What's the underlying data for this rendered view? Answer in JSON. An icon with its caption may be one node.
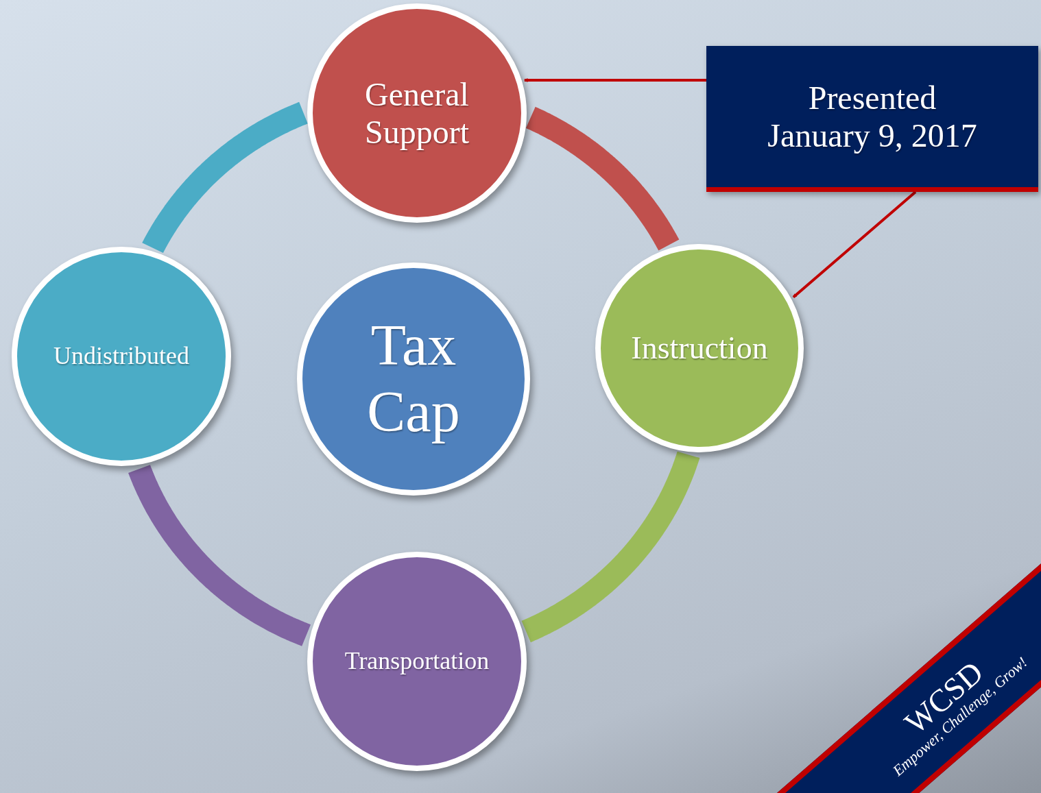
{
  "diagram": {
    "nodes": [
      {
        "text": [
          "General Support"
        ]
      },
      {
        "text": [
          "Presented",
          "January 9, 2017"
        ]
      },
      {
        "text": [
          "Undistributed"
        ]
      },
      {
        "text": [
          "Tax Cap"
        ]
      },
      {
        "text": [
          "Instruction"
        ]
      },
      {
        "text": [
          "Transportation"
        ]
      }
    ],
    "edges": [
      {
        "from": 0,
        "to": 4,
        "arrow": "none",
        "color": "#c0504d"
      },
      {
        "from": 4,
        "to": 5,
        "arrow": "none",
        "color": "#9bbb59"
      },
      {
        "from": 5,
        "to": 2,
        "arrow": "none",
        "color": "#8064a2"
      },
      {
        "from": 2,
        "to": 0,
        "arrow": "none",
        "color": "#4bacc6"
      },
      {
        "from": 1,
        "to": 0,
        "arrow": "to",
        "color": "#c00000"
      },
      {
        "from": 1,
        "to": 4,
        "arrow": "to",
        "color": "#c00000"
      }
    ],
    "labels": [
      "WCSD",
      "Empower, Challenge, Grow!"
    ]
  }
}
